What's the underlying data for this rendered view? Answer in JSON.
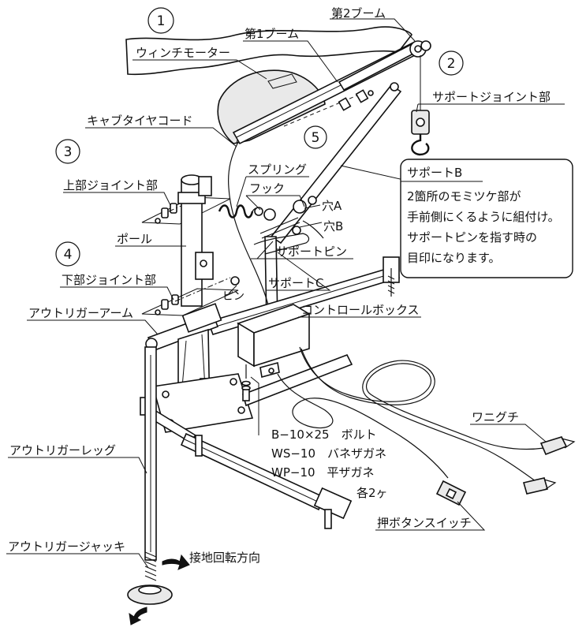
{
  "callouts": {
    "c1": "1",
    "c2": "2",
    "c3": "3",
    "c4": "4",
    "c5": "5"
  },
  "labels": {
    "boom2": "第2ブーム",
    "boom1": "第1ブーム",
    "winch_motor": "ウィンチモーター",
    "support_joint": "サポートジョイント部",
    "cabtire_cord": "キャブタイヤコード",
    "upper_joint": "上部ジョイント部",
    "spring": "スプリング",
    "hook": "フック",
    "hole_a": "穴A",
    "hole_b": "穴B",
    "support_pin": "サポートピン",
    "pole": "ポール",
    "pin": "ピン",
    "support_c": "サポートC",
    "lower_joint": "下部ジョイント部",
    "outrigger_arm": "アウトリガーアーム",
    "control_box": "コントロールボックス",
    "clip": "ワニグチ",
    "bolt": "B−10×25　ボルト",
    "spring_washer": "WS−10　バネザガネ",
    "flat_washer": "WP−10　平ザガネ",
    "qty": "各2ヶ",
    "outrigger_leg": "アウトリガーレッグ",
    "push_switch": "押ボタンスイッチ",
    "outrigger_jack": "アウトリガージャッキ",
    "ground_rotation": "接地回転方向"
  },
  "note": {
    "title": "サポートB",
    "lines": [
      "2箇所のモミツケ部が",
      "手前側にくるように組付け。",
      "サポートピンを指す時の",
      "目印になります。"
    ]
  }
}
